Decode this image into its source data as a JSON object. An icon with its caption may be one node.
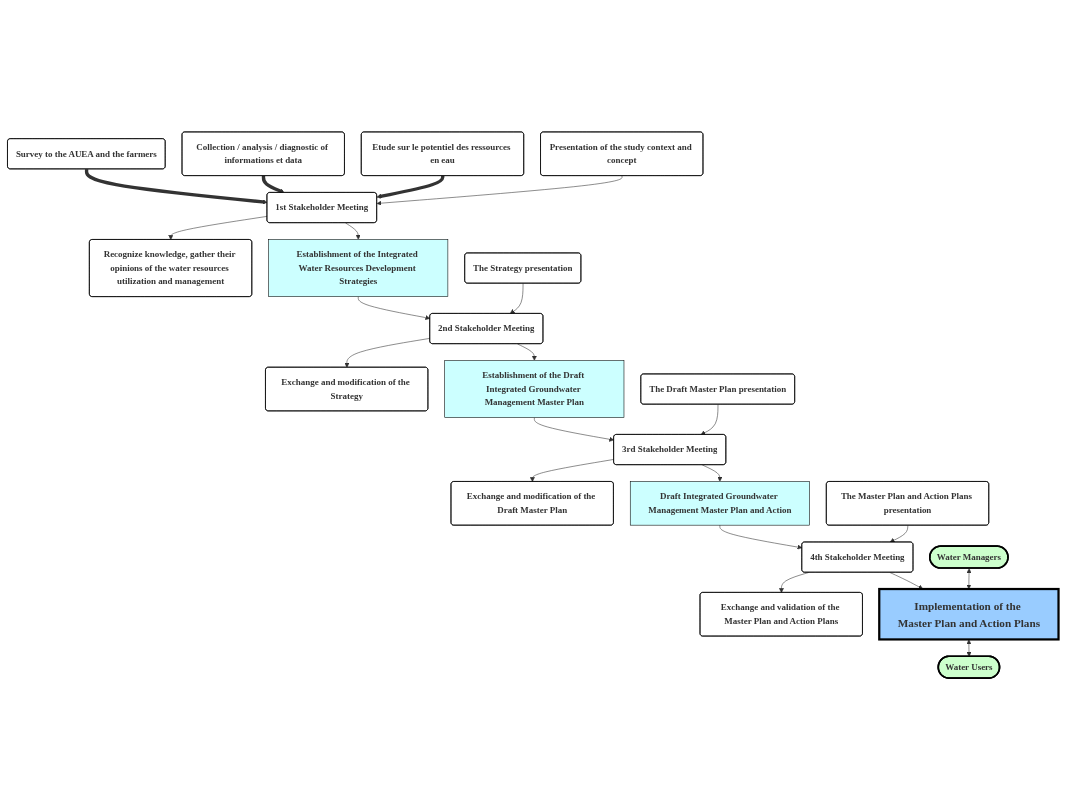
{
  "diagram": {
    "nodes": [
      {
        "text": [
          "Survey to the AUEA and the farmers"
        ]
      },
      {
        "text": [
          "Collection / analysis / diagnostic of informations et data"
        ]
      },
      {
        "text": [
          "Etude sur le potentiel des ressources en eau"
        ]
      },
      {
        "text": [
          "Presentation of the study context and concept"
        ]
      },
      {
        "text": [
          "1st Stakeholder Meeting"
        ]
      },
      {
        "text": [
          "Recognize knowledge, gather their opinions of the water resources utilization and management"
        ]
      },
      {
        "text": [
          "Establishment of the Integrated Water Resources Development Strategies"
        ]
      },
      {
        "text": [
          "The Strategy presentation"
        ]
      },
      {
        "text": [
          "2nd Stakeholder Meeting"
        ]
      },
      {
        "text": [
          "Exchange and modification of the Strategy"
        ]
      },
      {
        "text": [
          "Establishment of the Draft Integrated Groundwater Management Master Plan"
        ]
      },
      {
        "text": [
          "The Draft Master Plan presentation"
        ]
      },
      {
        "text": [
          "3rd Stakeholder Meeting"
        ]
      },
      {
        "text": [
          "Exchange and modification of the Draft Master Plan"
        ]
      },
      {
        "text": [
          "Draft Integrated Groundwater Management Master Plan and Action"
        ]
      },
      {
        "text": [
          "The Master Plan and Action Plans presentation"
        ]
      },
      {
        "text": [
          "4th Stakeholder Meeting"
        ]
      },
      {
        "text": [
          "Exchange and validation of the Master Plan and Action Plans"
        ]
      },
      {
        "text": [
          "Water Managers"
        ]
      },
      {
        "text": [
          "Implementation of the Master Plan and Action Plans"
        ]
      },
      {
        "text": [
          "Water Users"
        ]
      }
    ],
    "edges": [
      {
        "from": 0,
        "to": 4,
        "arrow": "to",
        "style": "thick"
      },
      {
        "from": 1,
        "to": 4,
        "arrow": "to",
        "style": "thick"
      },
      {
        "from": 2,
        "to": 4,
        "arrow": "to",
        "style": "thick"
      },
      {
        "from": 3,
        "to": 4,
        "arrow": "to"
      },
      {
        "from": 4,
        "to": 5,
        "arrow": "to"
      },
      {
        "from": 4,
        "to": 6,
        "arrow": "to"
      },
      {
        "from": 6,
        "to": 8,
        "arrow": "to"
      },
      {
        "from": 7,
        "to": 8,
        "arrow": "to"
      },
      {
        "from": 8,
        "to": 9,
        "arrow": "to"
      },
      {
        "from": 8,
        "to": 10,
        "arrow": "to"
      },
      {
        "from": 10,
        "to": 12,
        "arrow": "to"
      },
      {
        "from": 11,
        "to": 12,
        "arrow": "to"
      },
      {
        "from": 12,
        "to": 13,
        "arrow": "to"
      },
      {
        "from": 12,
        "to": 14,
        "arrow": "to"
      },
      {
        "from": 14,
        "to": 16,
        "arrow": "to"
      },
      {
        "from": 15,
        "to": 16,
        "arrow": "to"
      },
      {
        "from": 16,
        "to": 17,
        "arrow": "to"
      },
      {
        "from": 16,
        "to": 19,
        "arrow": "to"
      },
      {
        "from": 18,
        "to": 19,
        "arrow": "both"
      },
      {
        "from": 19,
        "to": 20,
        "arrow": "both"
      }
    ]
  }
}
